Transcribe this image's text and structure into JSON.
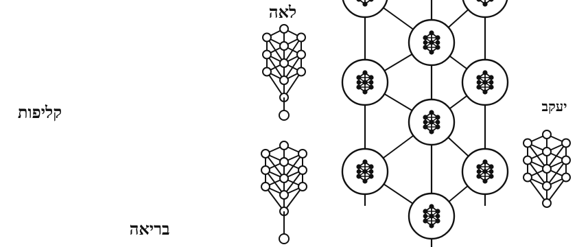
{
  "labels": {
    "leah": "לאה",
    "kelipot": "קליפות",
    "yaakov": "יעקב",
    "beriah": "בריאה"
  },
  "ink_color": "#111111",
  "background": "#ffffff"
}
